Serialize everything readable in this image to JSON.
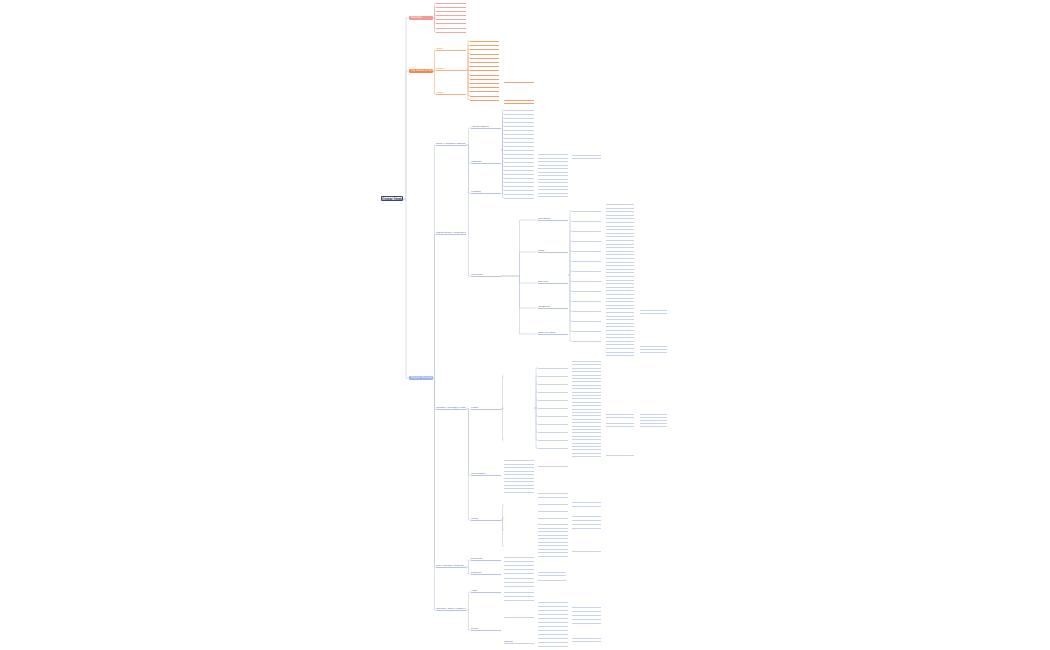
{
  "root": {
    "label": "Global Strategy 2"
  },
  "topics": [
    {
      "label": "Overview",
      "color": "#f39a97"
    },
    {
      "label": "Key Drivers & Trends",
      "color": "#f2884a"
    },
    {
      "label": "Program Structure",
      "color": "#9fb4e8"
    }
  ],
  "branches": [
    {
      "label": "Market & Competitive Landscape"
    },
    {
      "label": "Regional Markets, Partnerships and Channel Expansion"
    },
    {
      "label": "Operations, Technology & Platform Development Roadmap"
    },
    {
      "label": "Risks, Constraints & Mitigations"
    },
    {
      "label": "Governance, Metrics, Funding & Review Cadence"
    }
  ],
  "sub_nodes": [
    {
      "label": "Growth"
    },
    {
      "label": "Efficiency"
    },
    {
      "label": "Context"
    },
    {
      "label": "Customer segments"
    },
    {
      "label": "Competitors"
    },
    {
      "label": "Positioning"
    },
    {
      "label": "Go-to-market"
    },
    {
      "label": "North America"
    },
    {
      "label": "Europe"
    },
    {
      "label": "Asia Pacific"
    },
    {
      "label": "Latin America"
    },
    {
      "label": "Middle East & Africa"
    },
    {
      "label": "Platform"
    },
    {
      "label": "Data & Analytics"
    },
    {
      "label": "Security"
    },
    {
      "label": "Infrastructure"
    },
    {
      "label": "Integrations"
    },
    {
      "label": "People"
    },
    {
      "label": "Finance"
    },
    {
      "label": "Reporting"
    }
  ],
  "colors": {
    "line_red": "#f2a7a5",
    "line_orange": "#f2a070",
    "line_blue": "#b7c3df",
    "leaf_line": "#c9d3ea"
  }
}
